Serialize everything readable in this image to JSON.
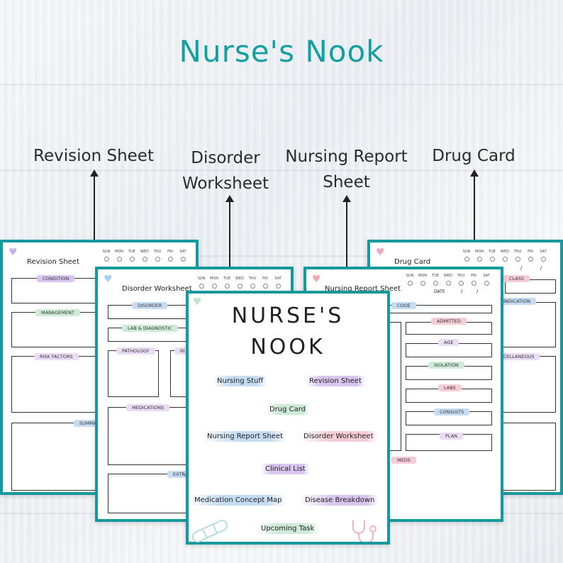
{
  "title": "Nurse's Nook",
  "labels": {
    "revision": "Revision Sheet",
    "disorder_1": "Disorder",
    "disorder_2": "Worksheet",
    "report_1": "Nursing Report",
    "report_2": "Sheet",
    "drug": "Drug Card"
  },
  "days": [
    "SUN",
    "MON",
    "TUE",
    "WED",
    "THU",
    "FRI",
    "SAT"
  ],
  "revision_sheet": {
    "heading": "Revision Sheet",
    "fields": [
      "CONDITION",
      "MANAGEMENT",
      "RISK FACTORS",
      "SUMMARY"
    ]
  },
  "disorder_sheet": {
    "heading": "Disorder Worksheet",
    "fields": [
      "DISORDER",
      "LAB & DIAGNOSTIC",
      "PATHOLOGY",
      "RI",
      "MEDICATIONS",
      "EXTRA"
    ]
  },
  "report_sheet": {
    "heading": "Nursing Report Sheet",
    "date_label": "DATE",
    "date_sep": "/",
    "fields": [
      "CODE",
      "ADMITTED",
      "AGE",
      "ISOLATION",
      "LABS",
      "CONSULTS",
      "PLAN",
      "MEDS"
    ]
  },
  "drug_card": {
    "heading": "Drug Card",
    "date_sep": "/",
    "fields": [
      "CLASS",
      "INDICATION",
      "CELLANEOUS"
    ]
  },
  "cover": {
    "line1": "NURSE'S",
    "line2": "NOOK",
    "items": [
      "Nursing Stuff",
      "Revision Sheet",
      "Drug Card",
      "Nursing Report Sheet",
      "Disorder Worksheet",
      "Clinical List",
      "Medication Concept Map",
      "Disease Breakdown",
      "Upcoming Task"
    ]
  },
  "colors": {
    "teal": "#16999c",
    "title": "#14a0a0",
    "purple": "#d9c6f0",
    "blue": "#c6dcf2",
    "green": "#cdebd6",
    "pink": "#f6cdd6"
  }
}
